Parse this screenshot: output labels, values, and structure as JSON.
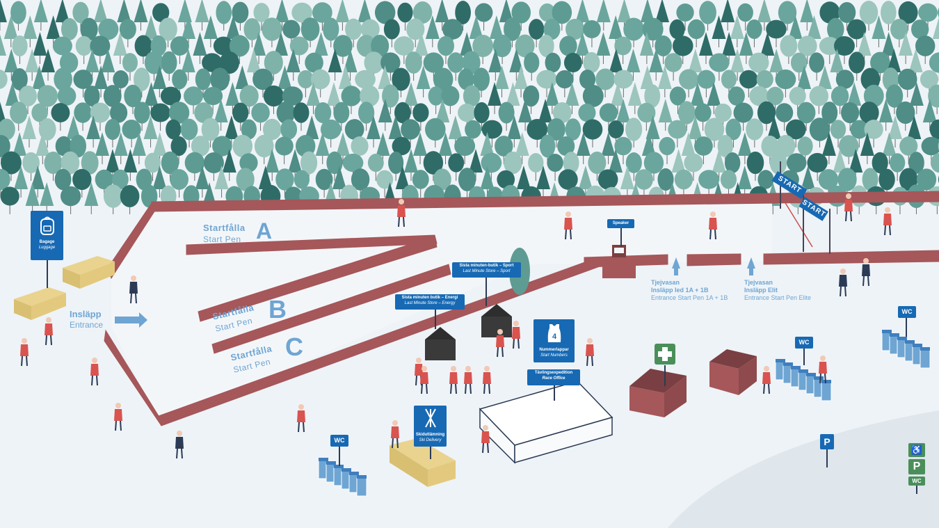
{
  "pens": [
    {
      "title": "Startfålla",
      "subtitle": "Start Pen",
      "letter": "A"
    },
    {
      "title": "Startfålla",
      "subtitle": "Start Pen",
      "letter": "B"
    },
    {
      "title": "Startfålla",
      "subtitle": "Start Pen",
      "letter": "C"
    }
  ],
  "entrance": {
    "title": "Insläpp",
    "subtitle": "Entrance"
  },
  "luggage": {
    "title": "Bagage",
    "subtitle": "Luggage",
    "icon": "backpack-icon"
  },
  "store_sport": {
    "title": "Sista minuten-butik – Sport",
    "subtitle": "Last Minute Store – Sport"
  },
  "store_energy": {
    "title": "Sista minuten butik – Energi",
    "subtitle": "Last Minute Store – Energy"
  },
  "start_numbers": {
    "title": "Nummerlappar",
    "subtitle": "Start Numbers",
    "icon_text": "4"
  },
  "race_office": {
    "title": "Tävlingsexpedition",
    "subtitle": "Race Office"
  },
  "ski_delivery": {
    "title": "Skidutlämning",
    "subtitle": "Ski Delivery",
    "icon": "skis-icon"
  },
  "speaker": {
    "title": "Speaker"
  },
  "entrance_1a1b": {
    "line1": "Tjejvasan",
    "line2": "Insläpp led 1A + 1B",
    "line3": "Entrance Start Pen 1A + 1B"
  },
  "entrance_elite": {
    "line1": "Tjejvasan",
    "line2": "Insläpp Elit",
    "line3": "Entrance Start Pen Elite"
  },
  "start_banners": [
    "START",
    "START"
  ],
  "wc_label": "WC",
  "parking_label": "P",
  "green_signs": {
    "accessible": "♿",
    "parking": "P",
    "wc": "WC"
  },
  "colors": {
    "accent": "#1769b3",
    "fence": "#a5575a",
    "text_blue": "#6ea5d3",
    "tree": "#5e9c93",
    "tree_dark": "#2f6c68",
    "snow": "#eef3f7",
    "green": "#4a8f5a"
  }
}
